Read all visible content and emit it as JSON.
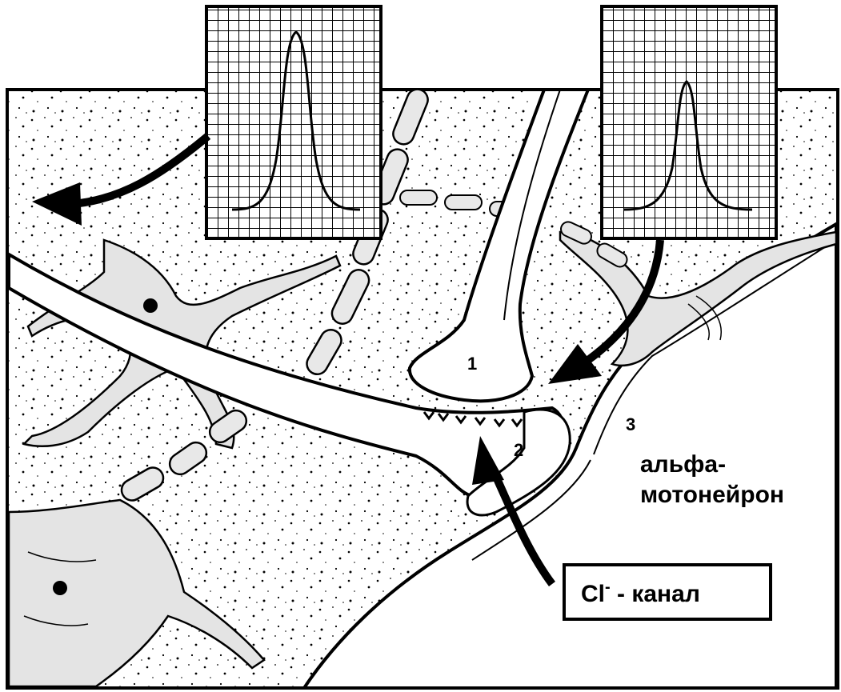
{
  "labels": {
    "synapse_1": "1",
    "synapse_2": "2",
    "synapse_3": "3",
    "neuron_line1": "альфа-",
    "neuron_line2": "мотонейрон",
    "channel_main": "Cl",
    "channel_sup": "-",
    "channel_rest": " - канал"
  },
  "colors": {
    "ink": "#000000",
    "paper": "#ffffff",
    "shade": "#d9d9d9",
    "grid": "#000000"
  },
  "icons": [
    "arrow-left-curved",
    "arrow-down-curved",
    "arrow-up-curved"
  ]
}
